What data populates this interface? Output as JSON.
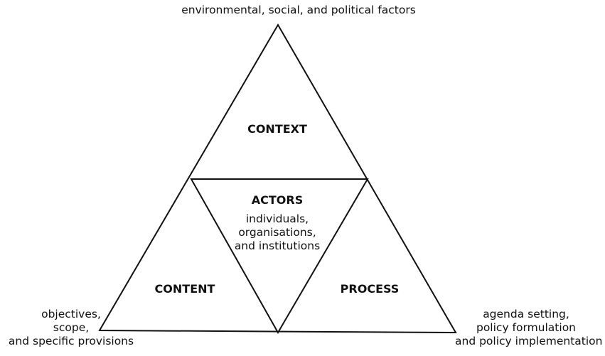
{
  "diagram": {
    "top_note": "environmental, social, and political factors",
    "context": {
      "label": "CONTEXT"
    },
    "actors": {
      "label": "ACTORS",
      "lines": [
        "individuals,",
        "organisations,",
        "and institutions"
      ]
    },
    "content": {
      "label": "CONTENT",
      "lines": [
        "objectives,",
        "scope,",
        "and specific provisions"
      ]
    },
    "process": {
      "label": "PROCESS",
      "lines": [
        "agenda setting,",
        "policy formulation",
        "and policy implementation"
      ]
    },
    "colors": {
      "stroke": "#111111",
      "background": "#ffffff"
    }
  }
}
